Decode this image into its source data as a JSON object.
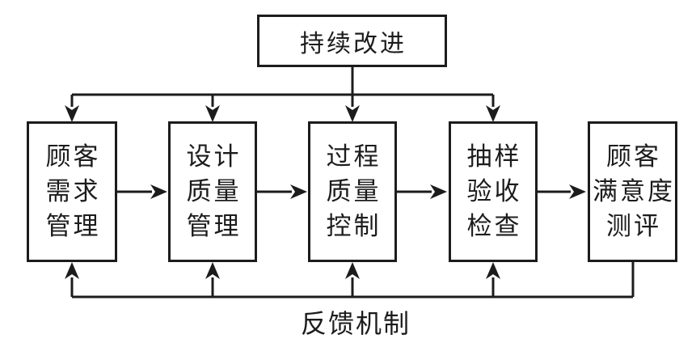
{
  "diagram": {
    "title_box": {
      "label": "持续改进"
    },
    "process_boxes": [
      {
        "lines": [
          "顾客",
          "需求",
          "管理"
        ]
      },
      {
        "lines": [
          "设计",
          "质量",
          "管理"
        ]
      },
      {
        "lines": [
          "过程",
          "质量",
          "控制"
        ]
      },
      {
        "lines": [
          "抽样",
          "验收",
          "检查"
        ]
      },
      {
        "lines": [
          "顾客",
          "满意度",
          "测评"
        ]
      }
    ],
    "feedback_label": "反馈机制",
    "colors": {
      "line": "#1c1c1c",
      "text": "#1c1c1c",
      "background": "#ffffff"
    }
  }
}
